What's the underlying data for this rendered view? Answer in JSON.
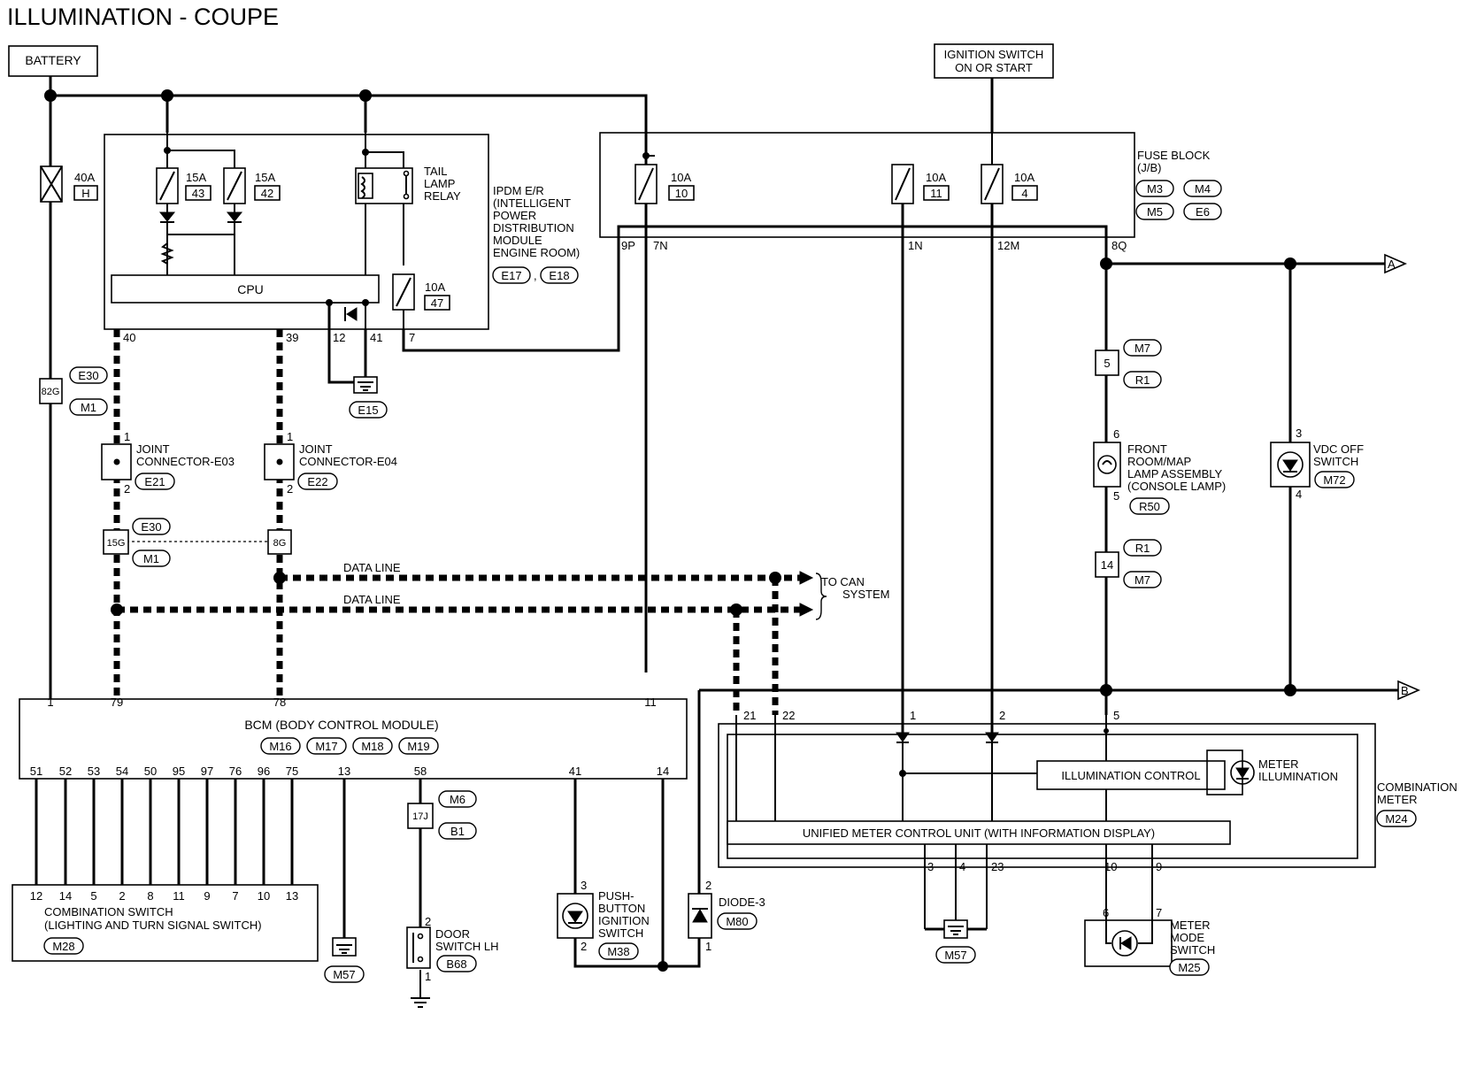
{
  "title": "ILLUMINATION - COUPE",
  "sources": {
    "battery": "BATTERY",
    "ignition": [
      "IGNITION SWITCH",
      "ON OR START"
    ]
  },
  "fuses": {
    "f40": {
      "amp": "40A",
      "id": "H"
    },
    "f15_43": {
      "amp": "15A",
      "id": "43"
    },
    "f15_42": {
      "amp": "15A",
      "id": "42"
    },
    "f10_47": {
      "amp": "10A",
      "id": "47"
    },
    "f10_10": {
      "amp": "10A",
      "id": "10"
    },
    "f10_11": {
      "amp": "10A",
      "id": "11"
    },
    "f10_4": {
      "amp": "10A",
      "id": "4"
    }
  },
  "ipdm": {
    "name": [
      "IPDM E/R",
      "(INTELLIGENT",
      "POWER",
      "DISTRIBUTION",
      "MODULE",
      "ENGINE ROOM)"
    ],
    "connectors": [
      "E17",
      "E18"
    ],
    "relay": [
      "TAIL",
      "LAMP",
      "RELAY"
    ],
    "cpu": "CPU",
    "pins": [
      "40",
      "39",
      "12",
      "41",
      "7"
    ],
    "ground": "E15"
  },
  "fuse_block": {
    "name": [
      "FUSE BLOCK",
      "(J/B)"
    ],
    "connectors": [
      "M3",
      "M4",
      "M5",
      "E6"
    ],
    "pins": [
      "9P",
      "7N",
      "1N",
      "12M",
      "8Q"
    ]
  },
  "harness": {
    "left": {
      "pin": "82G",
      "connectors": [
        "E30",
        "M1"
      ]
    },
    "mid": {
      "left_pin": "15G",
      "right_pin": "8G",
      "connectors": [
        "E30",
        "M1"
      ]
    },
    "lamp_upper": {
      "pin": "5",
      "connectors": [
        "M7",
        "R1"
      ]
    },
    "lamp_lower": {
      "pin": "14",
      "connectors": [
        "R1",
        "M7"
      ]
    },
    "door": {
      "pin": "17J",
      "connectors": [
        "M6",
        "B1"
      ]
    }
  },
  "joints": [
    {
      "name": [
        "JOINT",
        "CONNECTOR-E03"
      ],
      "connector": "E21",
      "pins": [
        "1",
        "2"
      ]
    },
    {
      "name": [
        "JOINT",
        "CONNECTOR-E04"
      ],
      "connector": "E22",
      "pins": [
        "1",
        "2"
      ]
    }
  ],
  "data_line": "DATA LINE",
  "can": [
    "TO CAN",
    "SYSTEM"
  ],
  "bcm": {
    "name": "BCM (BODY CONTROL MODULE)",
    "connectors": [
      "M16",
      "M17",
      "M18",
      "M19"
    ],
    "top_pins": [
      "1",
      "79",
      "78",
      "11"
    ],
    "bottom_pins": [
      "51",
      "52",
      "53",
      "54",
      "50",
      "95",
      "97",
      "76",
      "96",
      "75",
      "13",
      "58",
      "41",
      "14"
    ]
  },
  "combo_switch": {
    "name": [
      "COMBINATION SWITCH",
      "(LIGHTING AND TURN SIGNAL SWITCH)"
    ],
    "connector": "M28",
    "pins": [
      "12",
      "14",
      "5",
      "2",
      "8",
      "11",
      "9",
      "7",
      "10",
      "13"
    ]
  },
  "grounds": {
    "bcm": "M57",
    "meter": "M57"
  },
  "door_switch": {
    "name": [
      "DOOR",
      "SWITCH LH"
    ],
    "connector": "B68",
    "pins": [
      "2",
      "1"
    ]
  },
  "push_button": {
    "name": [
      "PUSH-",
      "BUTTON",
      "IGNITION",
      "SWITCH"
    ],
    "connector": "M38",
    "pins": [
      "3",
      "2"
    ]
  },
  "diode": {
    "name": "DIODE-3",
    "connector": "M80",
    "pins": [
      "2",
      "1"
    ]
  },
  "lamp": {
    "name": [
      "FRONT",
      "ROOM/MAP",
      "LAMP ASSEMBLY",
      "(CONSOLE LAMP)"
    ],
    "connector": "R50",
    "pins": [
      "6",
      "5"
    ]
  },
  "vdc": {
    "name": [
      "VDC OFF",
      "SWITCH"
    ],
    "connector": "M72",
    "pins": [
      "3",
      "4"
    ]
  },
  "arrows": [
    "A",
    "B"
  ],
  "meter": {
    "name": [
      "COMBINATION",
      "METER"
    ],
    "connector": "M24",
    "top_pins": [
      "21",
      "22",
      "1",
      "2",
      "5"
    ],
    "illum_control": "ILLUMINATION CONTROL",
    "illum": [
      "METER",
      "ILLUMINATION"
    ],
    "unit": "UNIFIED METER CONTROL UNIT (WITH INFORMATION DISPLAY)",
    "bottom_pins": [
      "3",
      "4",
      "23",
      "10",
      "9"
    ]
  },
  "mode_switch": {
    "name": [
      "METER",
      "MODE",
      "SWITCH"
    ],
    "connector": "M25",
    "pins": [
      "6",
      "7"
    ]
  }
}
